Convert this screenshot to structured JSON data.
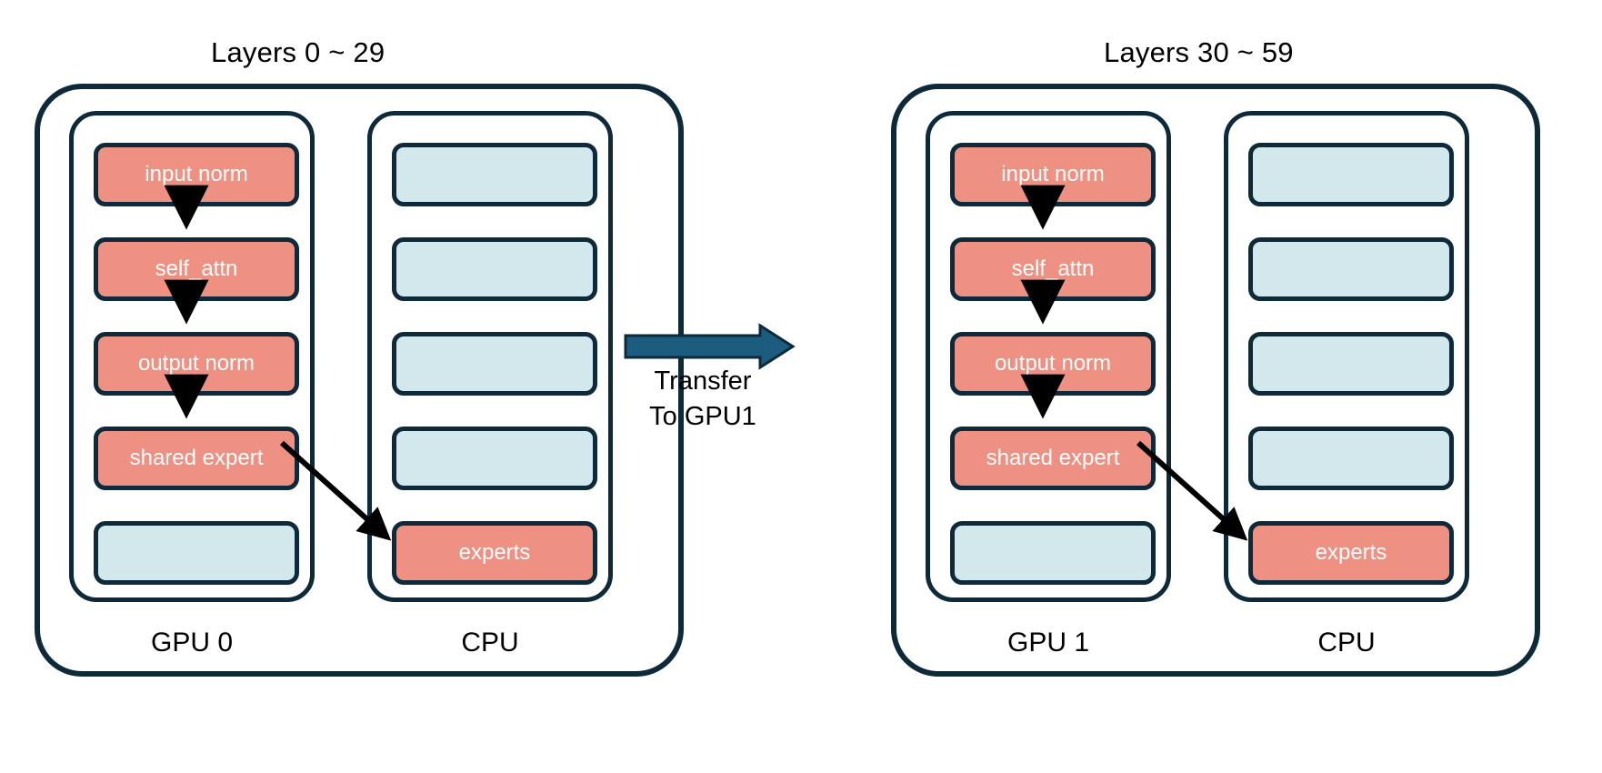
{
  "diagram": {
    "title_left": "Layers 0 ~ 29",
    "title_right": "Layers 30 ~ 59",
    "transfer": {
      "line1": "Transfer",
      "line2": "To GPU1",
      "arrow_color": "#1C5C7E"
    },
    "colors": {
      "active_block": "#EE9183",
      "idle_block": "#D2E8EC",
      "outline": "#0E2A3A",
      "arrow": "#000000",
      "text_on_block": "#FFFFFF",
      "background": "#FFFFFF"
    },
    "panels": [
      {
        "id": "panel-left",
        "title": "Layers 0 ~ 29",
        "columns": [
          {
            "id": "gpu-col-0",
            "device_label": "GPU 0",
            "blocks": [
              {
                "label": "input norm",
                "state": "active"
              },
              {
                "label": "self_attn",
                "state": "active"
              },
              {
                "label": "output norm",
                "state": "active"
              },
              {
                "label": "shared expert",
                "state": "active"
              },
              {
                "label": "",
                "state": "idle"
              }
            ]
          },
          {
            "id": "cpu-col-0",
            "device_label": "CPU",
            "blocks": [
              {
                "label": "",
                "state": "idle"
              },
              {
                "label": "",
                "state": "idle"
              },
              {
                "label": "",
                "state": "idle"
              },
              {
                "label": "",
                "state": "idle"
              },
              {
                "label": "experts",
                "state": "active"
              }
            ]
          }
        ]
      },
      {
        "id": "panel-right",
        "title": "Layers 30 ~ 59",
        "columns": [
          {
            "id": "gpu-col-1",
            "device_label": "GPU 1",
            "blocks": [
              {
                "label": "input norm",
                "state": "active"
              },
              {
                "label": "self_attn",
                "state": "active"
              },
              {
                "label": "output norm",
                "state": "active"
              },
              {
                "label": "shared expert",
                "state": "active"
              },
              {
                "label": "",
                "state": "idle"
              }
            ]
          },
          {
            "id": "cpu-col-1",
            "device_label": "CPU",
            "blocks": [
              {
                "label": "",
                "state": "idle"
              },
              {
                "label": "",
                "state": "idle"
              },
              {
                "label": "",
                "state": "idle"
              },
              {
                "label": "",
                "state": "idle"
              },
              {
                "label": "experts",
                "state": "active"
              }
            ]
          }
        ]
      }
    ]
  }
}
